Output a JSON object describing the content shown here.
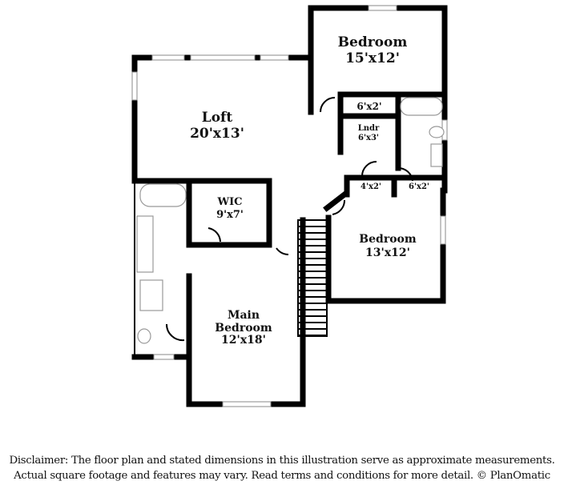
{
  "rooms": [
    {
      "name": "Bedroom",
      "size": "15'x12'"
    },
    {
      "name": "Loft",
      "size": "20'x13'"
    },
    {
      "name": "WIC",
      "size": "9'x7'"
    },
    {
      "name": "Bedroom",
      "size": "13'x12'"
    },
    {
      "name": "Main Bedroom",
      "size": "12'x18'"
    },
    {
      "name": "Lndr",
      "size": "6'x3'"
    }
  ],
  "closets": [
    "6'x2'",
    "4'x2'",
    "6'x2'"
  ],
  "disclaimer": {
    "line1": "Disclaimer: The floor plan and stated dimensions in this illustration serve as approximate measurements.",
    "line2": "Actual square footage and features may vary. Read terms and conditions for more detail. © PlanOmatic"
  }
}
